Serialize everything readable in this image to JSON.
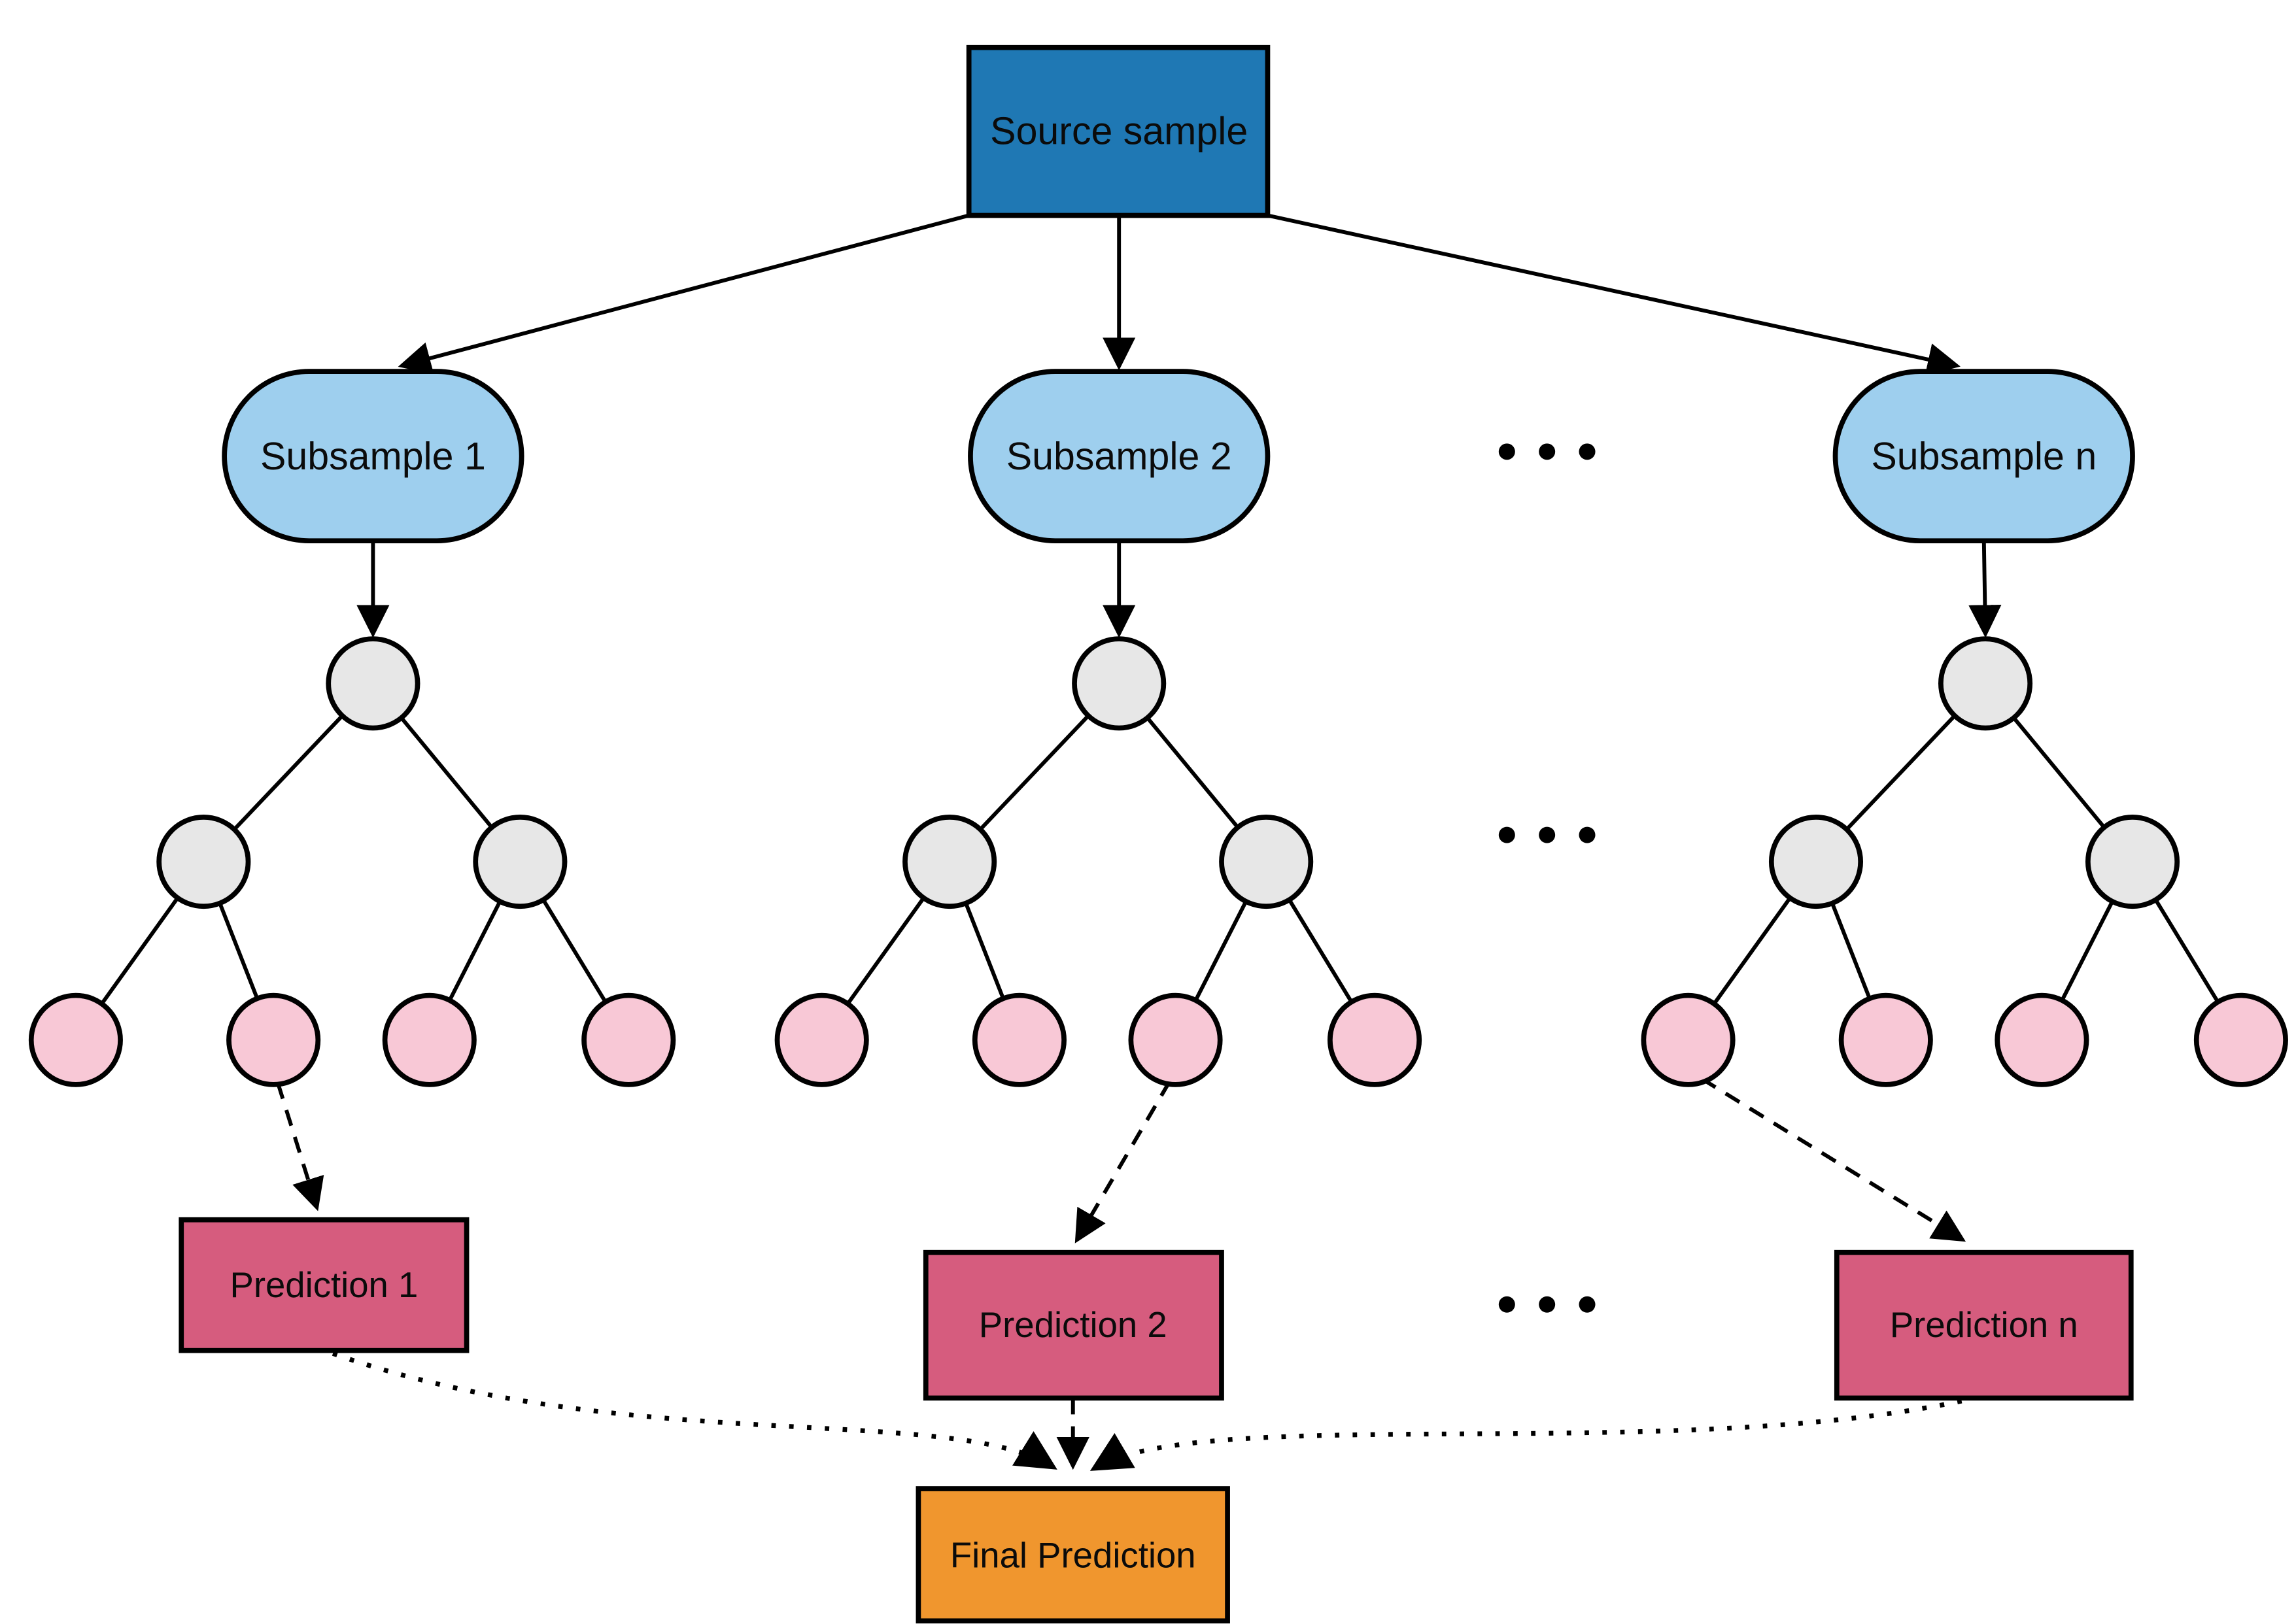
{
  "diagram_type": "bagging-ensemble-flow",
  "labels": {
    "source": "Source sample",
    "subsample_1": "Subsample 1",
    "subsample_2": "Subsample 2",
    "subsample_n": "Subsample n",
    "prediction_1": "Prediction 1",
    "prediction_2": "Prediction 2",
    "prediction_n": "Prediction n",
    "final": "Final Prediction",
    "ellipsis": "• • •"
  },
  "colors": {
    "source_fill": "#1f78b4",
    "subsample_fill": "#9ecfee",
    "internal_node_fill": "#e7e7e7",
    "leaf_node_fill": "#f8c8d6",
    "prediction_fill": "#d65c7e",
    "final_fill": "#f0962e",
    "line": "#000000",
    "background": "#ffffff"
  },
  "structure": {
    "tree_count_shown": 3,
    "tree_levels": 3,
    "leaves_per_tree": 4,
    "edge_styles": {
      "source_to_subsample": "solid-arrow",
      "subsample_to_tree": "solid-arrow",
      "tree_edges": "solid-line",
      "leaf_to_prediction": "dashed-arrow",
      "prediction_2_to_final": "dashed-arrow",
      "prediction_side_to_final": "dotted-arrow"
    }
  }
}
